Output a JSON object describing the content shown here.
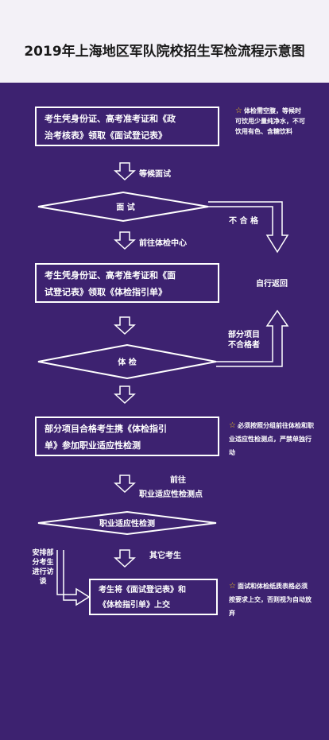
{
  "title": "2019年上海地区军队院校招生军检流程示意图",
  "steps": {
    "box1": {
      "line1": "考生凭身份证、高考准考证和《政",
      "line2": "治考核表》领取《面试登记表》"
    },
    "wait_interview": "等候面试",
    "interview": "面    试",
    "fail": "不 合 格",
    "goto_center": "前往体检中心",
    "box2": {
      "line1": "考生凭身份证、高考准考证和《面",
      "line2": "试登记表》领取《体检指引单》"
    },
    "self_return": "自行返回",
    "partial_fail": {
      "line1": "部分项目",
      "line2": "不合格者"
    },
    "exam": "体    检",
    "box3": {
      "line1": "部分项目合格考生携《体检指引",
      "line2": "单》参加职业适应性检测"
    },
    "goto_point": {
      "line1": "前往",
      "line2": "职业适应性检测点"
    },
    "adapt_test": "职业适应性检测",
    "other": "其它考生",
    "interview_arrange": "安排部分考生进行访谈",
    "box4": {
      "line1": "考生将《面试登记表》和",
      "line2": "《体检指引单》上交"
    }
  },
  "notes": {
    "note1": "体检需空腹，等候时可饮用少量纯净水，不可饮用有色、含糖饮料",
    "note2": "必须按照分组前往体检和职业适应性检测点，严禁单独行动",
    "note3": "面试和体检纸质表格必须按要求上交，否则视为自动放弃"
  },
  "colors": {
    "background": "#3d2270",
    "title_band": "#f3f1f7",
    "star": "#f0c419",
    "line": "#ffffff"
  },
  "icons": {
    "star": "star-icon",
    "down": "down-arrow-icon"
  }
}
